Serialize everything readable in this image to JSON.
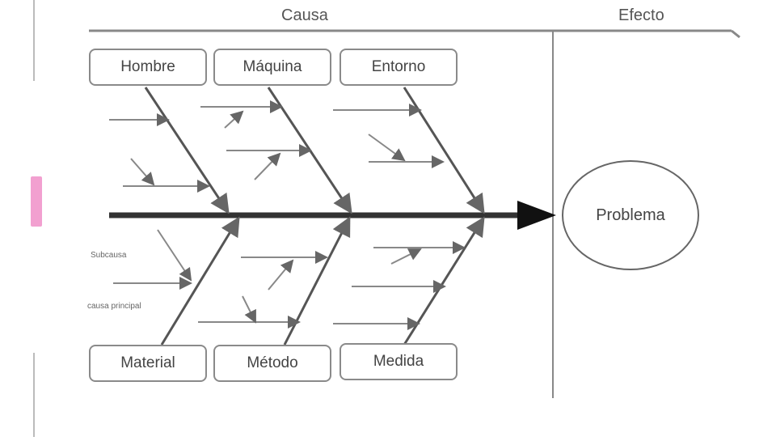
{
  "headers": {
    "cause": "Causa",
    "effect": "Efecto"
  },
  "categories_top": [
    "Hombre",
    "Máquina",
    "Entorno"
  ],
  "categories_bottom": [
    "Material",
    "Método",
    "Medida"
  ],
  "effect_label": "Problema",
  "side_notes": {
    "cause_label": "Subcausa",
    "main_cause_label": "causa principal"
  },
  "colors": {
    "spine": "#333333",
    "lines": "#666666",
    "accent_mark": "#f2a0d0"
  }
}
